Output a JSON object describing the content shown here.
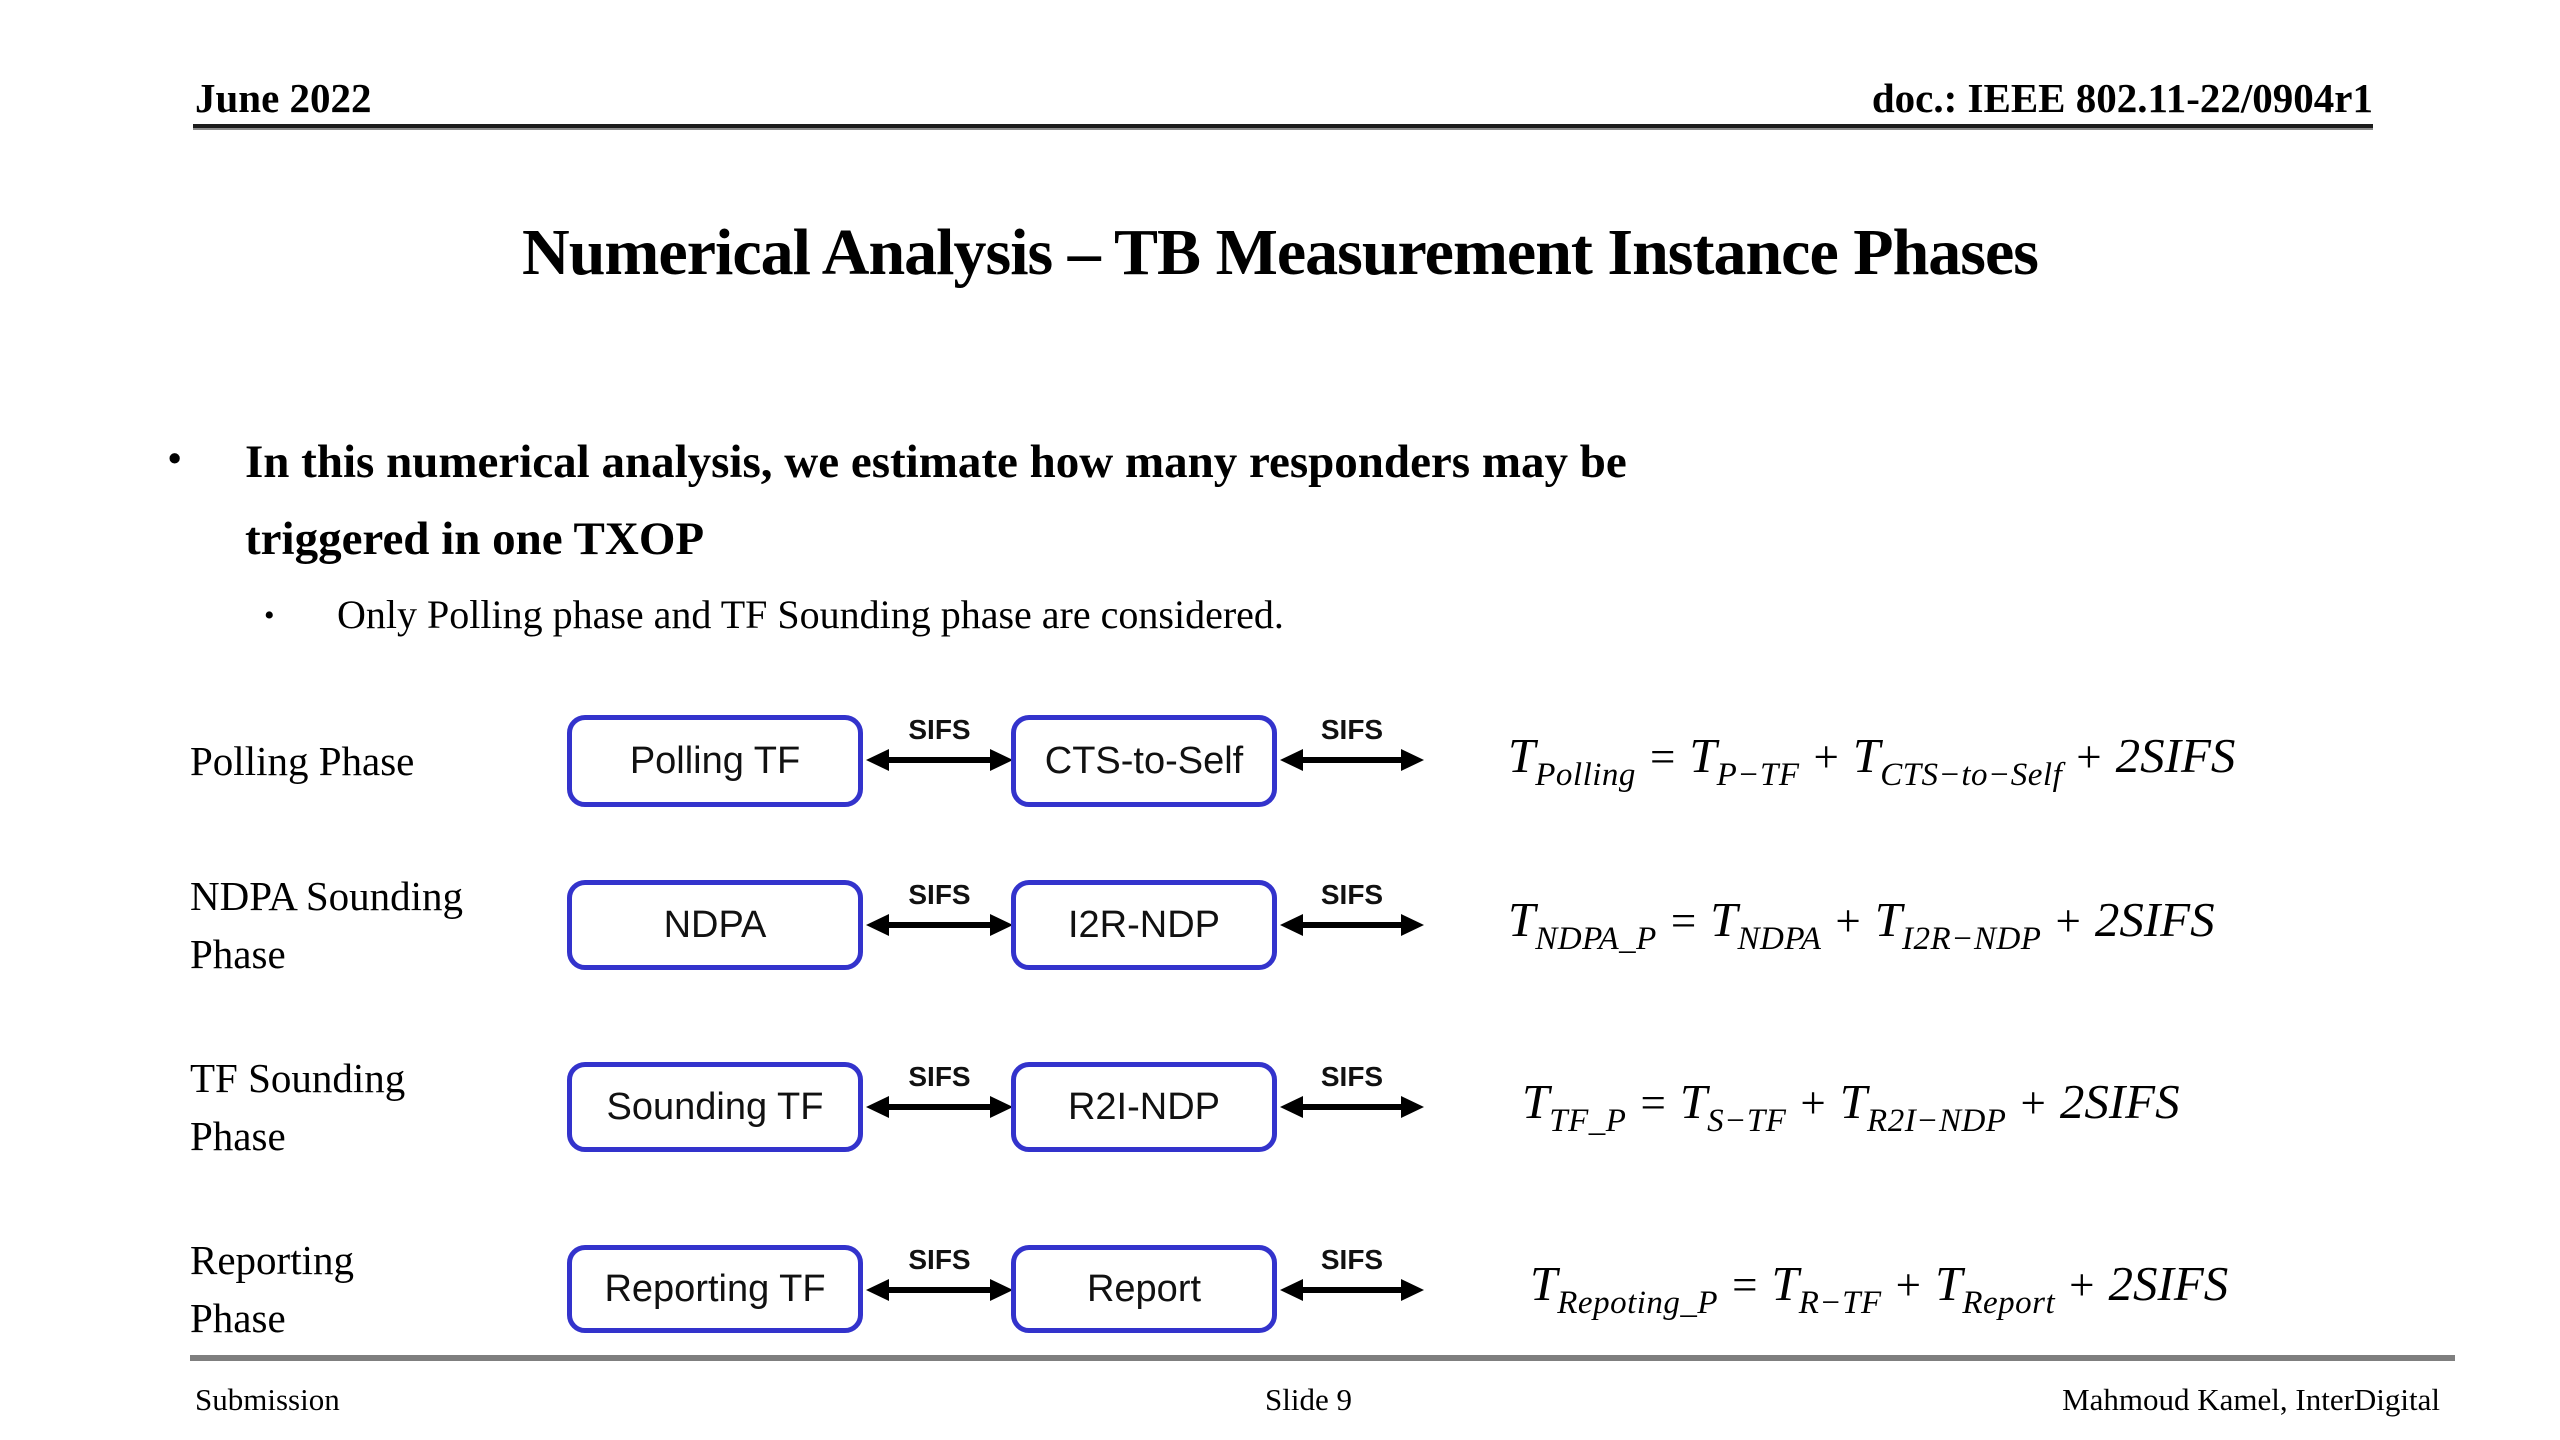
{
  "header": {
    "left": "June 2022",
    "right": "doc.: IEEE 802.11-22/0904r1"
  },
  "title": "Numerical Analysis – TB Measurement Instance Phases",
  "bullets": {
    "marker": "•",
    "main_lines": [
      "In this numerical analysis, we estimate how many responders may be",
      "triggered in one TXOP"
    ],
    "sub": "Only Polling phase and TF Sounding phase are considered."
  },
  "diagram": {
    "sifs_label": "SIFS",
    "math": {
      "T": "T",
      "eq": "=",
      "plus": "+",
      "tail": "2SIFS"
    },
    "rows": [
      {
        "label_line1": "Polling Phase",
        "label_line2": "",
        "box1": "Polling TF",
        "box2": "CTS-to-Self",
        "formula": {
          "lhs_sub": "Polling",
          "rhs1_sub": "P−TF",
          "rhs2_sub": "CTS−to−Self"
        }
      },
      {
        "label_line1": "NDPA Sounding",
        "label_line2": "Phase",
        "box1": "NDPA",
        "box2": "I2R-NDP",
        "formula": {
          "lhs_sub": "NDPA_P",
          "rhs1_sub": "NDPA",
          "rhs2_sub": "I2R−NDP"
        }
      },
      {
        "label_line1": "TF Sounding",
        "label_line2": "Phase",
        "box1": "Sounding TF",
        "box2": "R2I-NDP",
        "formula": {
          "lhs_sub": "TF_P",
          "rhs1_sub": "S−TF",
          "rhs2_sub": "R2I−NDP"
        }
      },
      {
        "label_line1": "Reporting",
        "label_line2": "Phase",
        "box1": "Reporting TF",
        "box2": "Report",
        "formula": {
          "lhs_sub": "Repoting_P",
          "rhs1_sub": "R−TF",
          "rhs2_sub": "Report"
        }
      }
    ]
  },
  "footer": {
    "left": "Submission",
    "center": "Slide 9",
    "right": "Mahmoud Kamel, InterDigital"
  },
  "colors": {
    "box_border": "#3333cc",
    "arrow": "#000000",
    "footer_line": "#7f7f7f"
  }
}
